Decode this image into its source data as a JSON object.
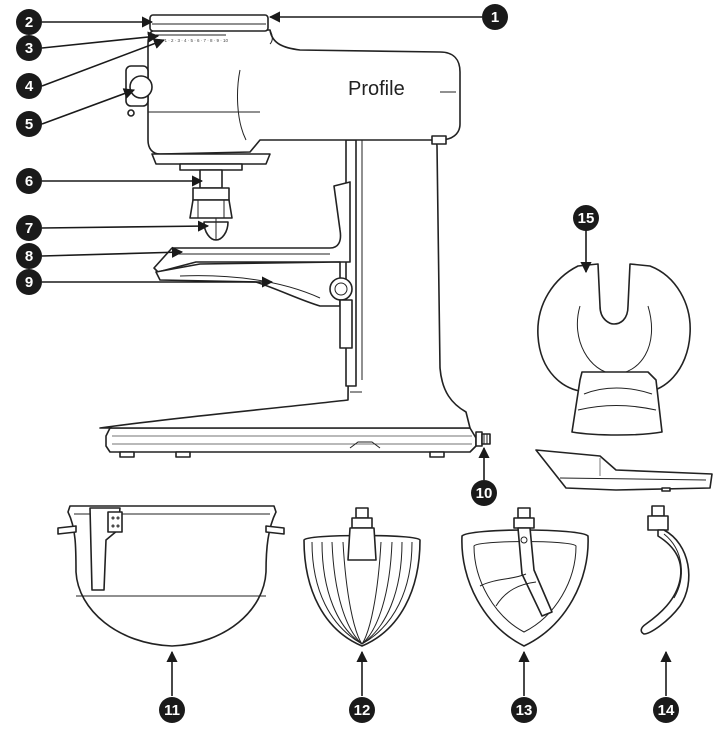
{
  "brand_label": "Profile",
  "speed_scale": "0 · 1 · 2 · 3 · 4 · 5 · 6 · 7 · 8 · 9 · 10",
  "callouts": [
    {
      "number": "1"
    },
    {
      "number": "2"
    },
    {
      "number": "3"
    },
    {
      "number": "4"
    },
    {
      "number": "5"
    },
    {
      "number": "6"
    },
    {
      "number": "7"
    },
    {
      "number": "8"
    },
    {
      "number": "9"
    },
    {
      "number": "10"
    },
    {
      "number": "11"
    },
    {
      "number": "12"
    },
    {
      "number": "13"
    },
    {
      "number": "14"
    },
    {
      "number": "15"
    }
  ],
  "colors": {
    "line": "#222222",
    "badge": "#1a1a1a",
    "background": "#ffffff"
  }
}
